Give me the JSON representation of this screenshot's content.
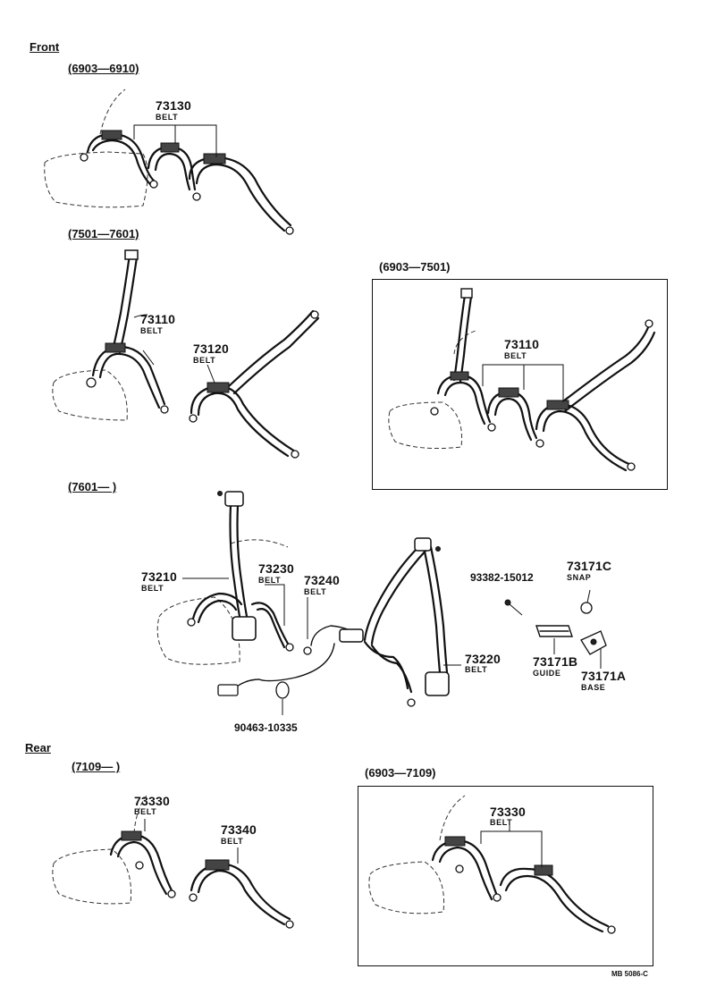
{
  "sections": {
    "front": "Front",
    "rear": "Rear"
  },
  "ranges": {
    "r1": "(6903—6910)",
    "r2": "(7501—7601)",
    "r3": "(6903—7501)",
    "r4": "(7601—        )",
    "r5": "(7109—        )",
    "r6": "(6903—7109)"
  },
  "parts": {
    "p73130": {
      "num": "73130",
      "name": "BELT"
    },
    "p73110a": {
      "num": "73110",
      "name": "BELT"
    },
    "p73120": {
      "num": "73120",
      "name": "BELT"
    },
    "p73110b": {
      "num": "73110",
      "name": "BELT"
    },
    "p73210": {
      "num": "73210",
      "name": "BELT"
    },
    "p73230": {
      "num": "73230",
      "name": "BELT"
    },
    "p73240": {
      "num": "73240",
      "name": "BELT"
    },
    "p73220": {
      "num": "73220",
      "name": "BELT"
    },
    "p93382": {
      "num": "93382-15012"
    },
    "p73171c": {
      "num": "73171C",
      "name": "SNAP"
    },
    "p73171b": {
      "num": "73171B",
      "name": "GUIDE"
    },
    "p73171a": {
      "num": "73171A",
      "name": "BASE"
    },
    "p90463": {
      "num": "90463-10335"
    },
    "p73330a": {
      "num": "73330",
      "name": "BELT"
    },
    "p73340": {
      "num": "73340",
      "name": "BELT"
    },
    "p73330b": {
      "num": "73330",
      "name": "BELT"
    }
  },
  "footer": {
    "code": "MB 5086-C"
  }
}
